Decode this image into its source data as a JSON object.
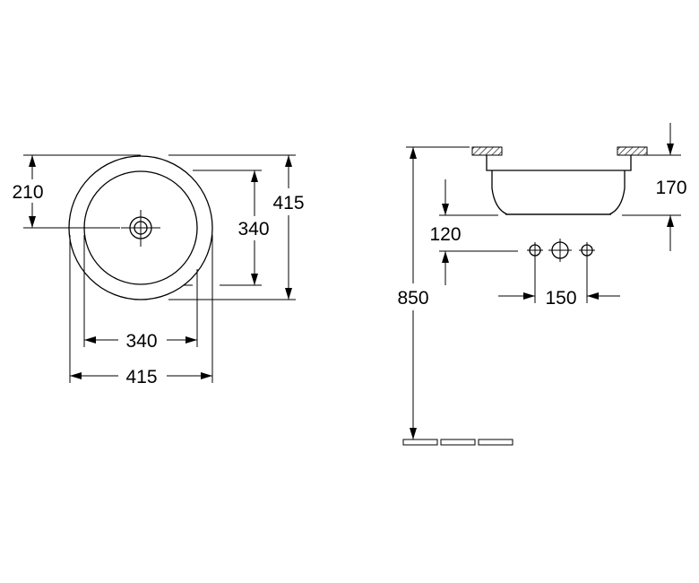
{
  "top_view": {
    "dim_210": "210",
    "dim_415_vertical": "415",
    "dim_340_vertical": "340",
    "dim_340_horizontal": "340",
    "dim_415_horizontal": "415"
  },
  "side_view": {
    "dim_170": "170",
    "dim_120": "120",
    "dim_850": "850",
    "dim_150": "150"
  }
}
